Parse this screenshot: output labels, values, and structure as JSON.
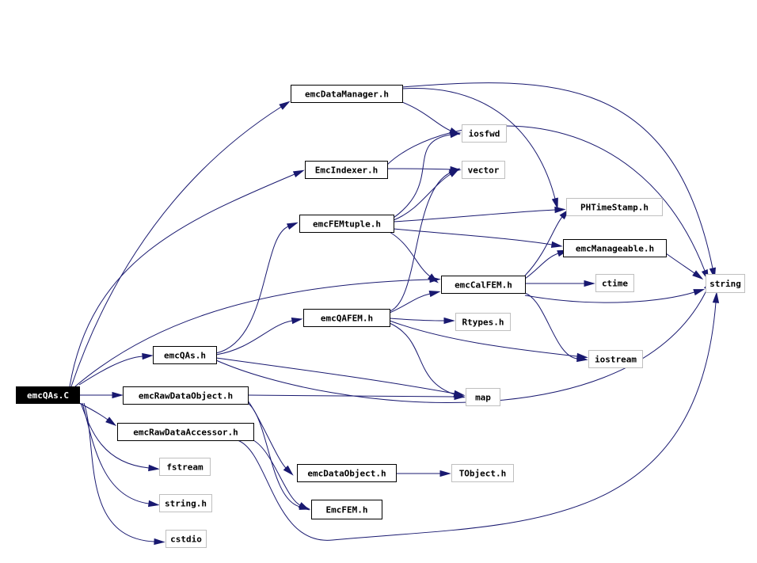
{
  "colors": {
    "edge": "#191970",
    "box_border_documented": "#000000",
    "box_border_external": "#bfbfbf",
    "box_fill": "#ffffff",
    "root_fill": "#000000",
    "root_text": "#ffffff",
    "text": "#000000"
  },
  "nodes": {
    "emcQAs_C": "emcQAs.C",
    "emcDataManager_h": "emcDataManager.h",
    "EmcIndexer_h": "EmcIndexer.h",
    "emcFEMtuple_h": "emcFEMtuple.h",
    "emcQAFEM_h": "emcQAFEM.h",
    "emcQAs_h": "emcQAs.h",
    "emcRawDataObject_h": "emcRawDataObject.h",
    "emcRawDataAccessor_h": "emcRawDataAccessor.h",
    "fstream": "fstream",
    "string_h": "string.h",
    "cstdio": "cstdio",
    "iosfwd": "iosfwd",
    "vector": "vector",
    "PHTimeStamp_h": "PHTimeStamp.h",
    "emcManageable_h": "emcManageable.h",
    "emcCalFEM_h": "emcCalFEM.h",
    "string": "string",
    "ctime": "ctime",
    "Rtypes_h": "Rtypes.h",
    "iostream": "iostream",
    "map": "map",
    "emcDataObject_h": "emcDataObject.h",
    "TObject_h": "TObject.h",
    "EmcFEM_h": "EmcFEM.h"
  },
  "edges": [
    [
      "emcQAs_C",
      "emcDataManager_h"
    ],
    [
      "emcQAs_C",
      "EmcIndexer_h"
    ],
    [
      "emcQAs_C",
      "emcCalFEM_h"
    ],
    [
      "emcQAs_C",
      "emcQAs_h"
    ],
    [
      "emcQAs_C",
      "emcRawDataObject_h"
    ],
    [
      "emcQAs_C",
      "emcRawDataAccessor_h"
    ],
    [
      "emcQAs_C",
      "fstream"
    ],
    [
      "emcQAs_C",
      "string_h"
    ],
    [
      "emcQAs_C",
      "cstdio"
    ],
    [
      "emcDataManager_h",
      "iosfwd"
    ],
    [
      "emcDataManager_h",
      "PHTimeStamp_h"
    ],
    [
      "emcDataManager_h",
      "string"
    ],
    [
      "EmcIndexer_h",
      "vector"
    ],
    [
      "EmcIndexer_h",
      "string"
    ],
    [
      "emcFEMtuple_h",
      "iosfwd"
    ],
    [
      "emcFEMtuple_h",
      "vector"
    ],
    [
      "emcFEMtuple_h",
      "PHTimeStamp_h"
    ],
    [
      "emcFEMtuple_h",
      "emcManageable_h"
    ],
    [
      "emcFEMtuple_h",
      "emcCalFEM_h"
    ],
    [
      "emcQAFEM_h",
      "vector"
    ],
    [
      "emcQAFEM_h",
      "emcCalFEM_h"
    ],
    [
      "emcQAFEM_h",
      "Rtypes_h"
    ],
    [
      "emcQAFEM_h",
      "iostream"
    ],
    [
      "emcQAFEM_h",
      "map"
    ],
    [
      "emcQAs_h",
      "emcFEMtuple_h"
    ],
    [
      "emcQAs_h",
      "emcQAFEM_h"
    ],
    [
      "emcQAs_h",
      "map"
    ],
    [
      "emcQAs_h",
      "string"
    ],
    [
      "emcRawDataObject_h",
      "map"
    ],
    [
      "emcRawDataObject_h",
      "emcDataObject_h"
    ],
    [
      "emcRawDataObject_h",
      "EmcFEM_h"
    ],
    [
      "emcRawDataAccessor_h",
      "EmcFEM_h"
    ],
    [
      "emcRawDataAccessor_h",
      "string"
    ],
    [
      "emcCalFEM_h",
      "PHTimeStamp_h"
    ],
    [
      "emcCalFEM_h",
      "emcManageable_h"
    ],
    [
      "emcCalFEM_h",
      "string"
    ],
    [
      "emcCalFEM_h",
      "ctime"
    ],
    [
      "emcCalFEM_h",
      "iostream"
    ],
    [
      "emcManageable_h",
      "string"
    ],
    [
      "emcDataObject_h",
      "TObject_h"
    ]
  ]
}
